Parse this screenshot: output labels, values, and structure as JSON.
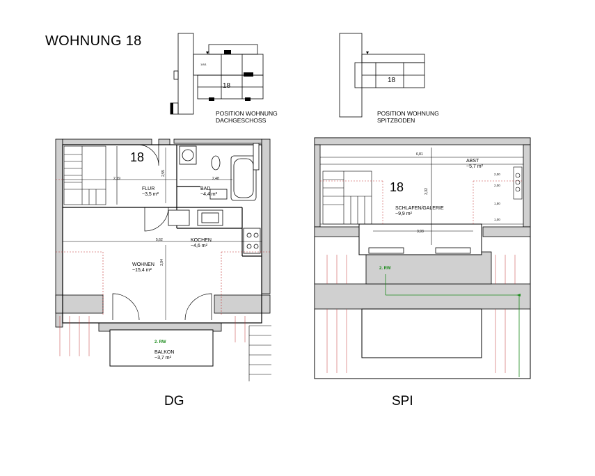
{
  "title": "WOHNUNG 18",
  "unit_number": "18",
  "key_plans": {
    "dachgeschoss": {
      "line1": "POSITION WOHNUNG",
      "line2": "DACHGESCHOSS",
      "unit": "18"
    },
    "spitzboden": {
      "line1": "POSITION WOHNUNG",
      "line2": "SPITZBODEN",
      "unit": "18"
    }
  },
  "floor_dg": {
    "label": "DG",
    "rooms": [
      {
        "name": "FLUR",
        "area": "~3,5 m²"
      },
      {
        "name": "BAD",
        "area": "~4,4 m²"
      },
      {
        "name": "KOCHEN",
        "area": "~4,6 m²"
      },
      {
        "name": "WOHNEN",
        "area": "~15,4 m²"
      },
      {
        "name": "BALKON",
        "area": "~3,7 m²"
      }
    ],
    "dimensions": [
      "2,19",
      "2,55",
      "2,48",
      "5,62",
      "3,94"
    ],
    "marker": "2. RW"
  },
  "floor_spi": {
    "label": "SPI",
    "rooms": [
      {
        "name": "ABST",
        "area": "~5,7 m²"
      },
      {
        "name": "SCHLAFEN/GALERIE",
        "area": "~9,9 m²"
      }
    ],
    "dimensions": [
      "6,81",
      "3,32",
      "3,93"
    ],
    "heights": [
      "2,00",
      "2,00",
      "1,50",
      "1,00"
    ],
    "marker": "2. RW"
  },
  "colors": {
    "line": "#000000",
    "wall": "#cfcfcf",
    "hatch": "#c03030",
    "marker": "#1a8a1a"
  }
}
